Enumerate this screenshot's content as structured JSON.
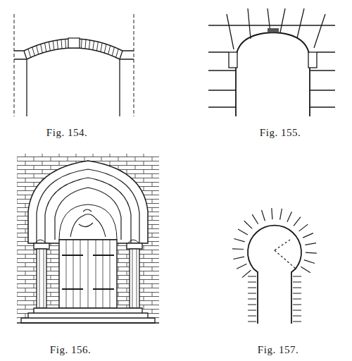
{
  "diagram": {
    "labels": [
      "Fig. 154.",
      "Fig. 155.",
      "Fig. 156.",
      "Fig. 157."
    ]
  }
}
